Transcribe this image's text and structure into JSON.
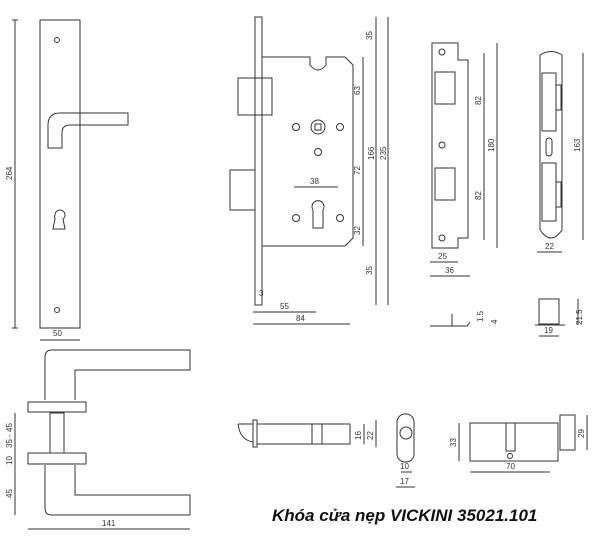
{
  "title": "Khóa cửa nẹp VICKINI 35021.101",
  "plate": {
    "height": "264",
    "width": "50"
  },
  "lock_body": {
    "top": "35",
    "a": "63",
    "b": "72",
    "c": "32",
    "bottom": "35",
    "case": "166",
    "total": "235",
    "backset_hole": "38",
    "face": "3",
    "backset": "55",
    "depth": "84"
  },
  "strike": {
    "upper": "82",
    "lower": "82",
    "total": "180",
    "inner": "25",
    "width": "36",
    "thick": "1.5",
    "lip": "4"
  },
  "keeper": {
    "height": "163",
    "width": "22",
    "depth": "21.5",
    "box": "19"
  },
  "handle": {
    "door": "35 - 45",
    "rose": "10",
    "grip": "45",
    "length": "141"
  },
  "latch": {
    "inner": "16",
    "outer": "22"
  },
  "cyl_end": {
    "inner": "10",
    "outer": "17"
  },
  "cylinder": {
    "height": "33",
    "knob": "29",
    "length": "70"
  }
}
